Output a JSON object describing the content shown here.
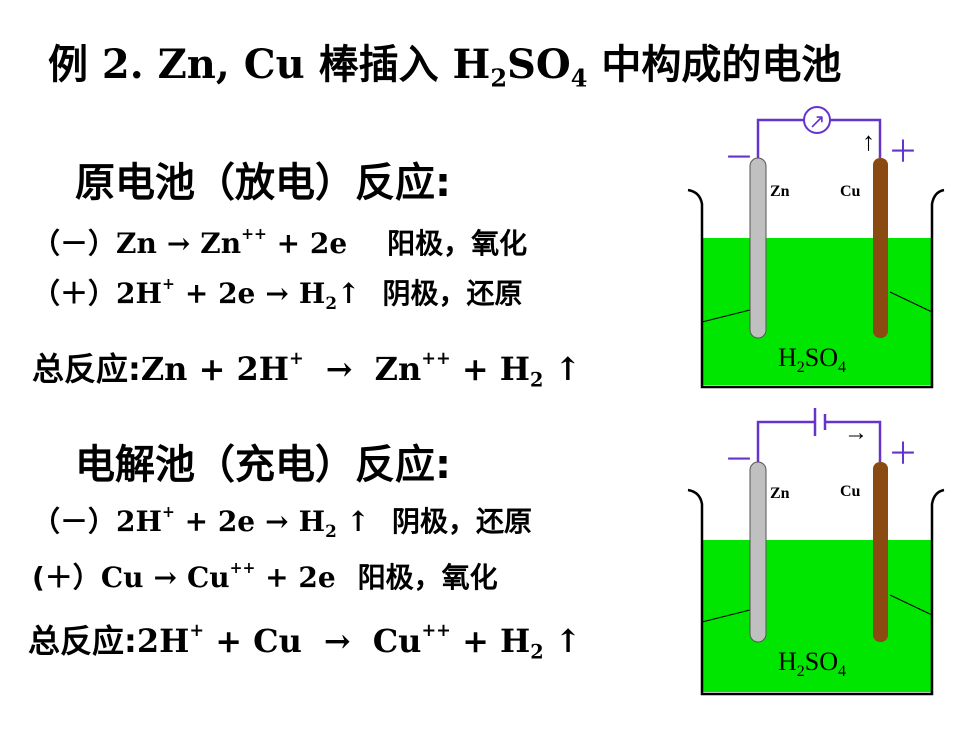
{
  "title": {
    "prefix": "例 2. Zn, Cu 棒插入 H",
    "sub1": "2",
    "mid": "SO",
    "sub2": "4",
    "suffix": " 中构成的电池"
  },
  "galvanic": {
    "heading": "原电池（放电）反应:",
    "neg": {
      "sign": "（－）",
      "lhs": "Zn",
      "arrow": "→",
      "ion": "Zn",
      "ion_charge": "++",
      "rest": "+ 2e",
      "note": "阳极，氧化"
    },
    "pos": {
      "sign": "（＋）",
      "lhs": "2H",
      "lhs_charge": "+",
      "rest": "+ 2e",
      "arrow": "→",
      "product": "H",
      "product_sub": "2",
      "gas": "↑",
      "note": "阴极，还原"
    },
    "total": {
      "label": "总反应:",
      "lhs": "Zn + 2H",
      "lhs_charge": "+",
      "arrow": "→",
      "ion": "Zn",
      "ion_charge": "++",
      "rest": "+ H",
      "rest_sub": "2",
      "gas": "↑"
    }
  },
  "electrolytic": {
    "heading": "电解池（充电）反应:",
    "neg": {
      "sign": "（－）",
      "lhs": "2H",
      "lhs_charge": "+",
      "rest": "+ 2e",
      "arrow": "→",
      "product": "H",
      "product_sub": "2",
      "gas": "↑",
      "note": "阴极，还原"
    },
    "pos": {
      "sign": "(＋）",
      "lhs": "Cu",
      "arrow": "→",
      "ion": "Cu",
      "ion_charge": "++",
      "rest": "+ 2e",
      "note": "阳极，氧化"
    },
    "total": {
      "label": "总反应:",
      "lhs": "2H",
      "lhs_charge": "+",
      "mid": "+ Cu",
      "arrow": "→",
      "ion": "Cu",
      "ion_charge": "++",
      "rest": "+ H",
      "rest_sub": "2",
      "gas": "↑"
    }
  },
  "diagram1": {
    "minus": "－",
    "plus": "＋",
    "zn_label": "Zn",
    "cu_label": "Cu",
    "electrolyte": "H",
    "electrolyte_sub1": "2",
    "electrolyte_mid": "SO",
    "electrolyte_sub2": "4",
    "current_arrow": "↑",
    "meter": "↗"
  },
  "diagram2": {
    "minus": "－",
    "plus": "＋",
    "zn_label": "Zn",
    "cu_label": "Cu",
    "electrolyte": "H",
    "electrolyte_sub1": "2",
    "electrolyte_mid": "SO",
    "electrolyte_sub2": "4",
    "current_arrow": "→"
  },
  "colors": {
    "solution": "#00e600",
    "zinc_rod": "#c0c0c0",
    "copper_rod": "#8b4a12",
    "wire": "#6633cc",
    "text_accent": "#6633cc"
  }
}
